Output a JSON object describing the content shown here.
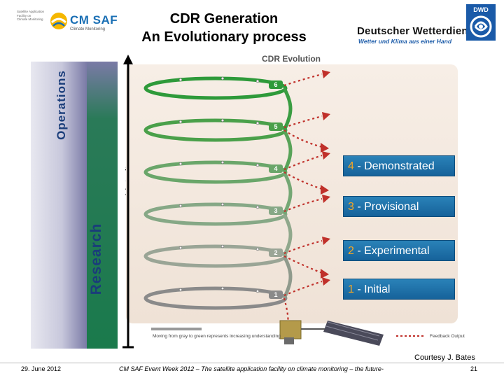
{
  "header": {
    "org_small_lines": [
      "Satellite Application",
      "Facility on",
      "Climate Monitoring"
    ],
    "cmsaf_logo_text": "CM SAF",
    "cmsaf_sub": "Climate Monitoring",
    "title_line1": "CDR Generation",
    "title_line2": "An Evolutionary process",
    "dwd_name": "Deutscher Wetterdienst",
    "dwd_tagline": "Wetter und Klima aus einer Hand",
    "dwd_logo_text": "DWD"
  },
  "side_labels": {
    "operations": "Operations",
    "research": "Research",
    "maturity": "Maturity"
  },
  "diagram": {
    "title": "CDR Evolution",
    "legend_gray_green": "Moving from gray to green represents increasing understanding",
    "legend_feedback": "Feedback Output",
    "level_badges": [
      "1",
      "2",
      "3",
      "4",
      "5",
      "6"
    ]
  },
  "levels": [
    {
      "num": "4",
      "label": " - Demonstrated"
    },
    {
      "num": "3",
      "label": " - Provisional"
    },
    {
      "num": "2",
      "label": " - Experimental"
    },
    {
      "num": "1",
      "label": " - Initial"
    }
  ],
  "colors": {
    "feedback_red": "#c0302a",
    "level_box": "#1f72aa",
    "level_number": "#f5a623"
  },
  "footer": {
    "courtesy": "Courtesy J. Bates",
    "date": "29. June 2012",
    "event": "CM SAF Event Week 2012 – The satellite application facility on climate monitoring – the future-",
    "page": "21"
  }
}
